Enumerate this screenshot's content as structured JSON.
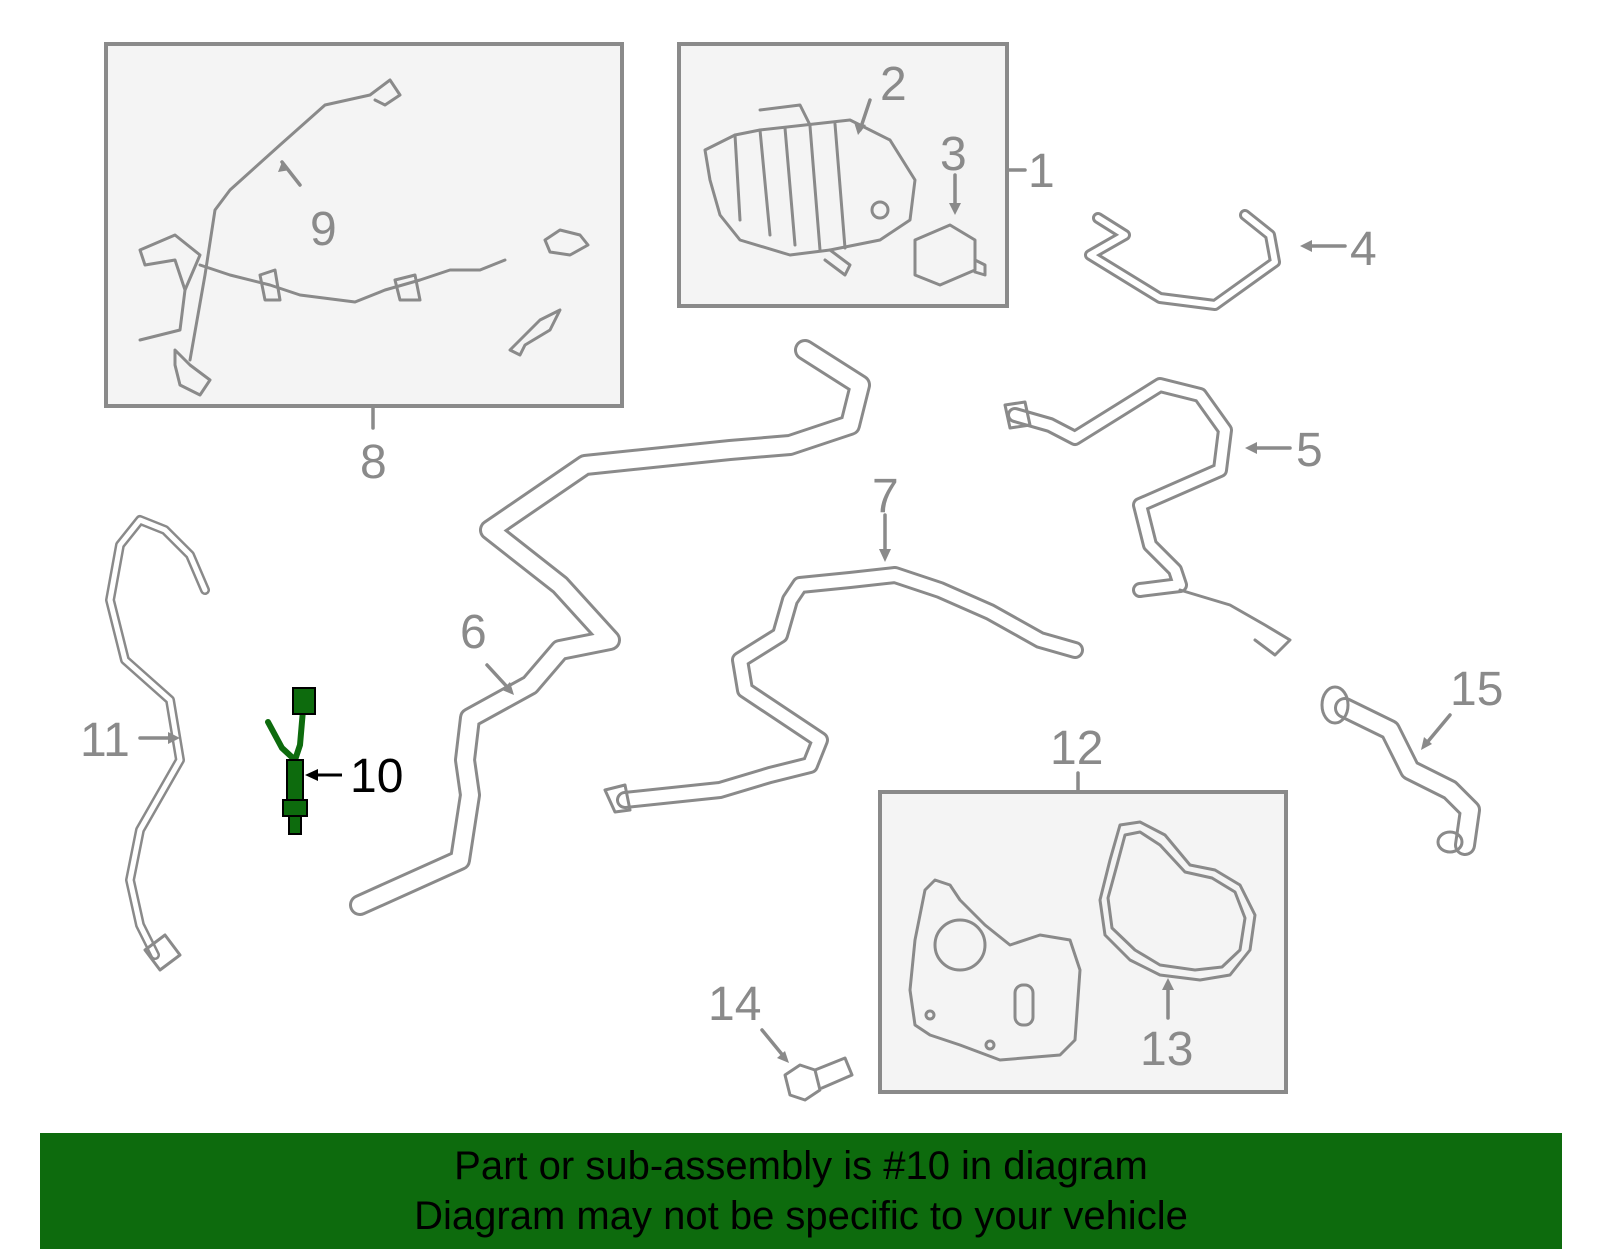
{
  "diagram": {
    "callouts": {
      "c1": "1",
      "c2": "2",
      "c3": "3",
      "c4": "4",
      "c5": "5",
      "c6": "6",
      "c7": "7",
      "c8": "8",
      "c9": "9",
      "c10": "10",
      "c11": "11",
      "c12": "12",
      "c13": "13",
      "c14": "14",
      "c15": "15"
    },
    "highlighted_part": "10",
    "colors": {
      "highlight": "#0d6b0d",
      "outline": "#8a8a8a",
      "banner": "#0d6b0d"
    }
  },
  "banner": {
    "line1": "Part or sub-assembly is #10 in diagram",
    "line2": "Diagram may not be specific to your vehicle"
  }
}
